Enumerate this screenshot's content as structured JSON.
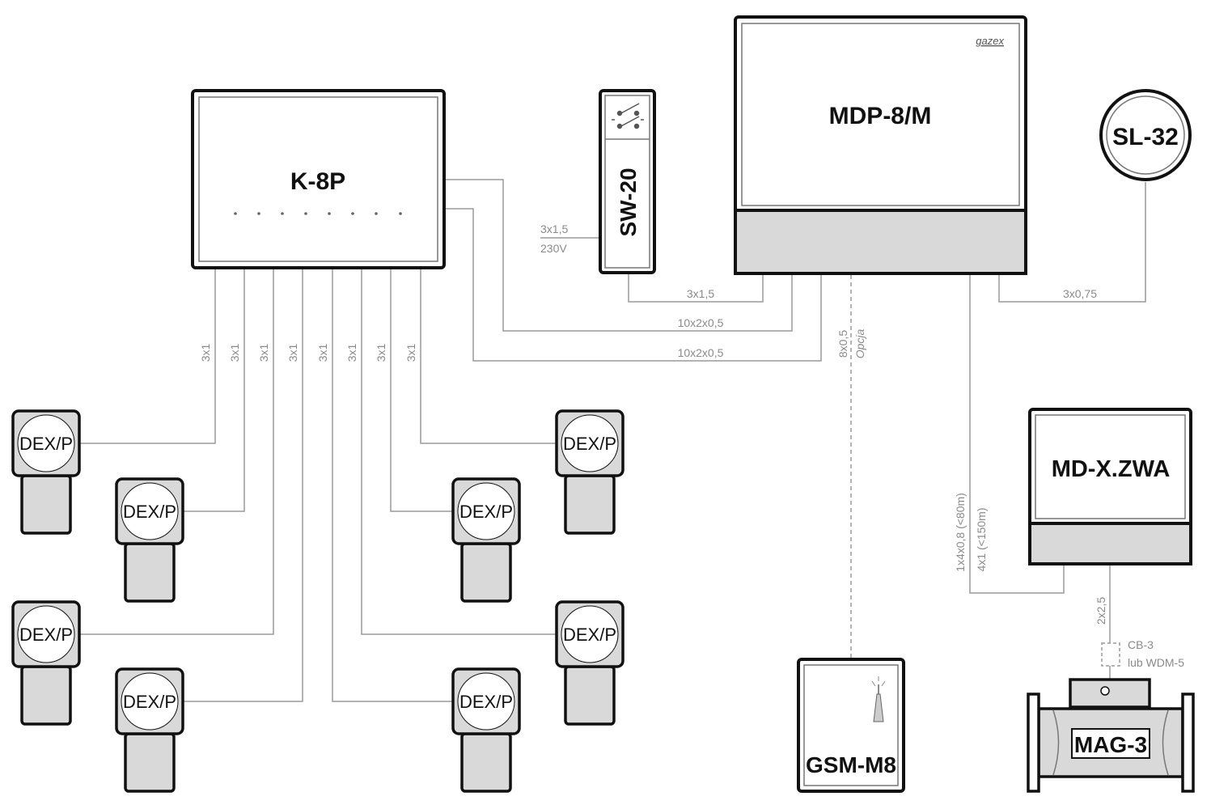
{
  "devices": {
    "k8p": "K-8P",
    "sw20": "SW-20",
    "mdp": "MDP-8/M",
    "brand": "gazex",
    "sl32": "SL-32",
    "mdx": "MD-X.ZWA",
    "gsm": "GSM-M8",
    "mag": "MAG-3",
    "detector": "DEX/P"
  },
  "cables": {
    "power_a": "3x1,5",
    "power_b": "230V",
    "sw_mdp": "3x1,5",
    "k_mdp_1": "10x2x0,5",
    "k_mdp_2": "10x2x0,5",
    "mdp_sl": "3x0,75",
    "gsm_a": "8x0,5",
    "gsm_b": "Opcja",
    "mdx_a": "1x4x0,8 (<80m)",
    "mdx_b": "4x1 (<150m)",
    "mag_cable": "2x2,5",
    "cb_a": "CB-3",
    "cb_b": "lub WDM-5",
    "detector_cable": "3x1"
  },
  "colors": {
    "line": "#111111",
    "panel": "#d9d9d9",
    "wire": "#9a9a9a"
  }
}
